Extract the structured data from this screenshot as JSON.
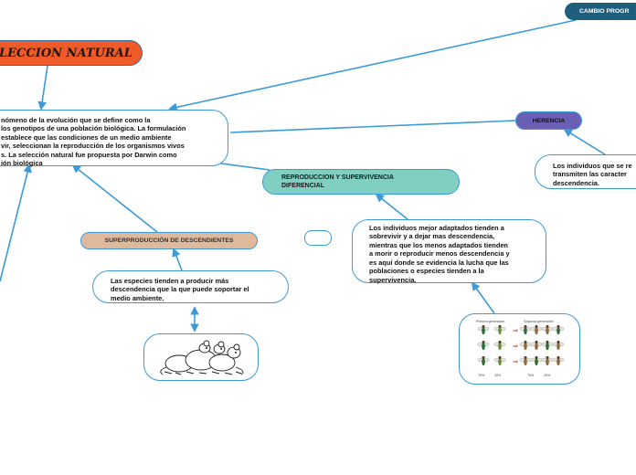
{
  "nodes": {
    "title": "LECCION NATURAL",
    "cambio": "CAMBIO PROGR",
    "herencia": "HERENCIA",
    "repro_line1": "REPRODUCCION Y SUPERVIVENCIA",
    "repro_line2": "DIFERENCIAL",
    "superpro": "SUPERPRODUCCIÓN DE DESCENDIENTES",
    "definition_lines": [
      "nómeno de la evolución que se define como la",
      "los genotipos de una población biológica. La formulación",
      "establece que las condiciones de un medio ambiente",
      "vir, seleccionan la reproducción de los organismos vivos",
      "s. La selección natural fue propuesta por Darwin como",
      "ión biológica"
    ],
    "mejor_lines": [
      "Los individuos mejor adaptados tienden a",
      "sobrevivir y a dejar mas descendencia,",
      "mientras que los menos adaptados tienden",
      "a morir o reproducir menos descendencia y",
      "es aquí donde se evidencia la lucha que las",
      "poblaciones o especies tienden a la",
      "supervivencia."
    ],
    "especies_lines": [
      "Las especies tienden a producir más",
      "descendencia que la que puede soportar el",
      "medio ambiente."
    ],
    "heredan_lines": [
      "Los individuos que se re",
      "transmiten las caracter",
      "descendencia."
    ]
  },
  "image_labels": {
    "flies_gen1": "Primera generación",
    "flies_gen2": "Segunda generación",
    "flies_pct": [
      "75%",
      "25%",
      "75%",
      "25%"
    ]
  },
  "colors": {
    "connector": "#3a9bd8",
    "title_fill": "#f05a28",
    "cambio_fill": "#1e5f7e",
    "herencia_fill": "#6a5fb5",
    "repro_fill": "#7fcfc3",
    "superpro_fill": "#e0b89a"
  }
}
